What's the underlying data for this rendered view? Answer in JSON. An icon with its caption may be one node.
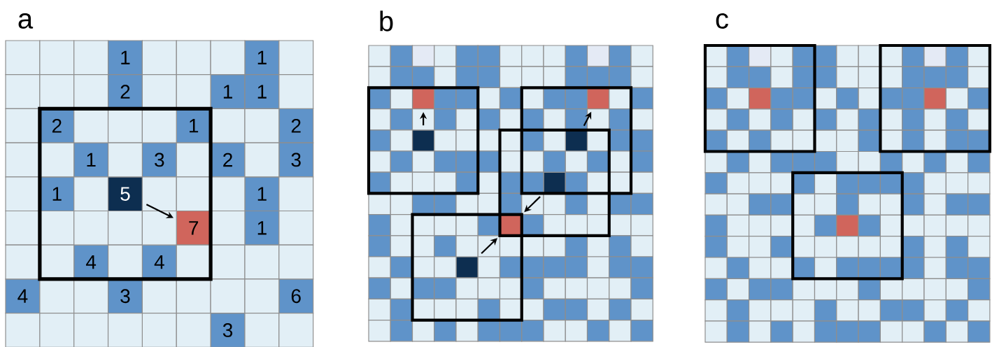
{
  "diagram": {
    "nodes": [
      {
        "text": [
          "1"
        ]
      },
      {
        "text": [
          "1"
        ]
      },
      {
        "text": [
          "2"
        ]
      },
      {
        "text": [
          "1"
        ]
      },
      {
        "text": [
          "1"
        ]
      },
      {
        "text": [
          "2"
        ]
      },
      {
        "text": [
          "1"
        ]
      },
      {
        "text": [
          "2"
        ]
      },
      {
        "text": [
          "1"
        ]
      },
      {
        "text": [
          "3"
        ]
      },
      {
        "text": [
          "2"
        ]
      },
      {
        "text": [
          "3"
        ]
      },
      {
        "text": [
          "1"
        ]
      },
      {
        "text": [
          "5"
        ]
      },
      {
        "text": [
          "1"
        ]
      },
      {
        "text": [
          "7"
        ]
      },
      {
        "text": [
          "1"
        ]
      },
      {
        "text": [
          "4"
        ]
      },
      {
        "text": [
          "4"
        ]
      },
      {
        "text": [
          "4"
        ]
      },
      {
        "text": [
          "3"
        ]
      },
      {
        "text": [
          "6"
        ]
      },
      {
        "text": [
          "3"
        ]
      },
      {
        "text": [],
        "shape": "box"
      },
      {
        "text": [],
        "shape": "box"
      },
      {
        "text": [],
        "shape": "box"
      },
      {
        "text": [],
        "shape": "box"
      },
      {
        "text": [],
        "shape": "box"
      },
      {
        "text": [],
        "shape": "box"
      },
      {
        "text": [],
        "shape": "box"
      }
    ],
    "edges": [
      {
        "from": 13,
        "to": 15,
        "arrow": "to"
      },
      {
        "from": 25,
        "to": 23,
        "arrow": "to"
      },
      {
        "from": 26,
        "to": 24,
        "arrow": "to"
      },
      {
        "from": 27,
        "to": 28,
        "arrow": "to"
      },
      {
        "from": 29,
        "to": 28,
        "arrow": "to"
      }
    ],
    "labels": [
      "a",
      "b",
      "c"
    ]
  }
}
